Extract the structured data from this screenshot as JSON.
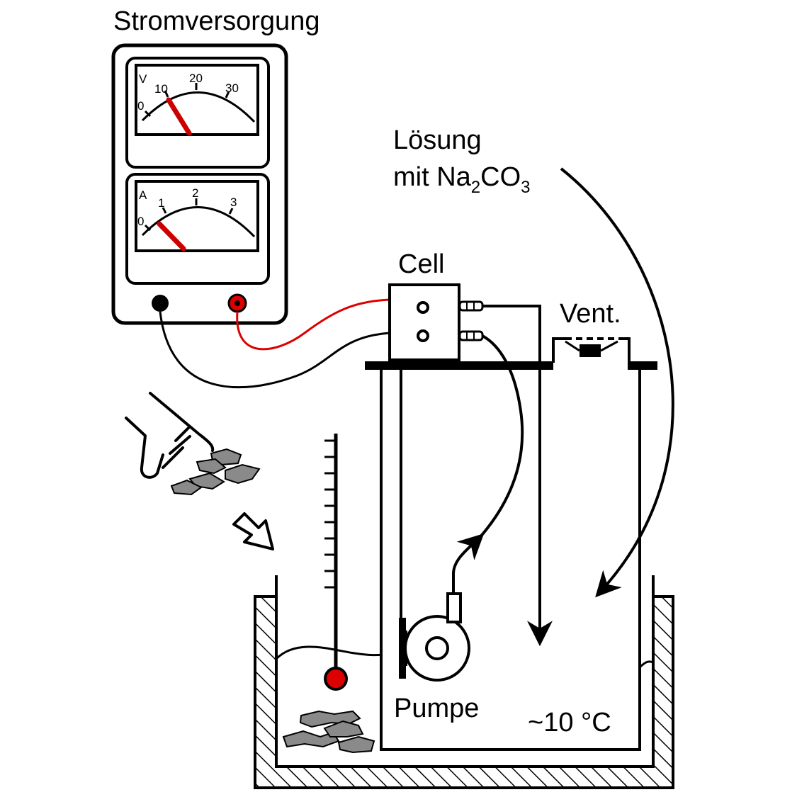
{
  "labels": {
    "power_supply": "Stromversorgung",
    "solution_line1": "Lösung",
    "solution_line2_prefix": "mit Na",
    "solution_sub1": "2",
    "solution_mid": "CO",
    "solution_sub2": "3",
    "cell": "Cell",
    "vent": "Vent.",
    "pump": "Pumpe",
    "temperature": "~10 °C"
  },
  "voltmeter": {
    "unit": "V",
    "ticks": [
      "0",
      "10",
      "20",
      "30"
    ],
    "reading": 9
  },
  "ammeter": {
    "unit": "A",
    "ticks": [
      "0",
      "1",
      "2",
      "3"
    ],
    "reading": 0.3
  },
  "colors": {
    "line": "#000000",
    "needle": "#cc0000",
    "positive_wire": "#dd0000",
    "stone": "#8a8a8a"
  }
}
